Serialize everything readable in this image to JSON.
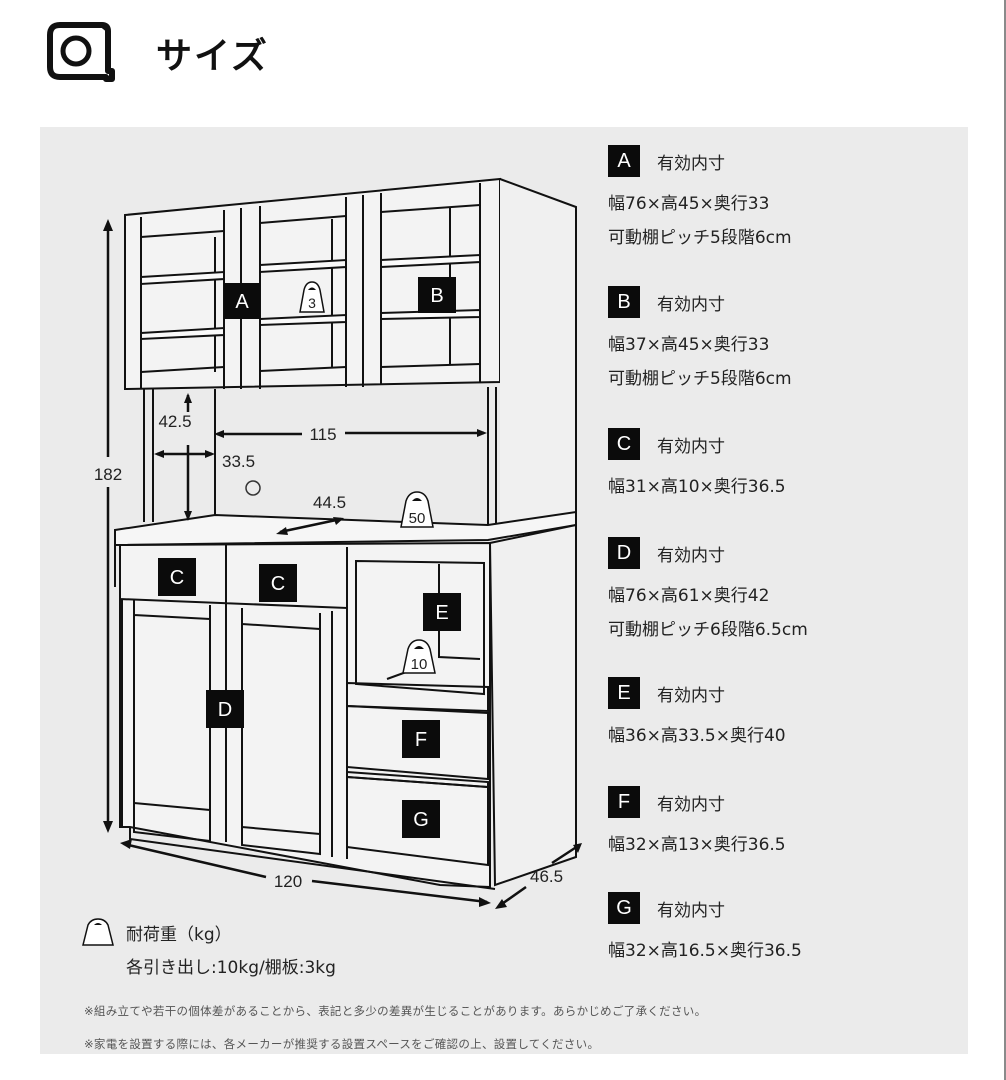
{
  "header": {
    "icon": "tape-measure-icon",
    "title": "サイズ"
  },
  "diagram": {
    "dimensions": {
      "total_height": "182",
      "total_width": "120",
      "total_depth": "46.5",
      "opening_height": "42.5",
      "opening_width": "115",
      "side_width": "33.5",
      "counter_depth": "44.5"
    },
    "section_labels": [
      "A",
      "B",
      "C",
      "C",
      "D",
      "E",
      "F",
      "G"
    ],
    "load_badges": {
      "shelf": "3",
      "counter": "50",
      "slide_shelf": "10"
    }
  },
  "specs": [
    {
      "badge": "A",
      "title": "有効内寸",
      "lines": [
        "幅76×高45×奥行33",
        "可動棚ピッチ5段階6cm"
      ]
    },
    {
      "badge": "B",
      "title": "有効内寸",
      "lines": [
        "幅37×高45×奥行33",
        "可動棚ピッチ5段階6cm"
      ]
    },
    {
      "badge": "C",
      "title": "有効内寸",
      "lines": [
        "幅31×高10×奥行36.5"
      ]
    },
    {
      "badge": "D",
      "title": "有効内寸",
      "lines": [
        "幅76×高61×奥行42",
        "可動棚ピッチ6段階6.5cm"
      ]
    },
    {
      "badge": "E",
      "title": "有効内寸",
      "lines": [
        "幅36×高33.5×奥行40"
      ]
    },
    {
      "badge": "F",
      "title": "有効内寸",
      "lines": [
        "幅32×高13×奥行36.5"
      ]
    },
    {
      "badge": "G",
      "title": "有効内寸",
      "lines": [
        "幅32×高16.5×奥行36.5"
      ]
    }
  ],
  "load": {
    "icon": "weight-icon",
    "title": "耐荷重（kg）",
    "detail": "各引き出し:10kg/棚板:3kg"
  },
  "notes": [
    "※組み立てや若干の個体差があることから、表記と多少の差異が生じることがあります。あらかじめご了承ください。",
    "※家電を設置する際には、各メーカーが推奨する設置スペースをご確認の上、設置してください。"
  ]
}
